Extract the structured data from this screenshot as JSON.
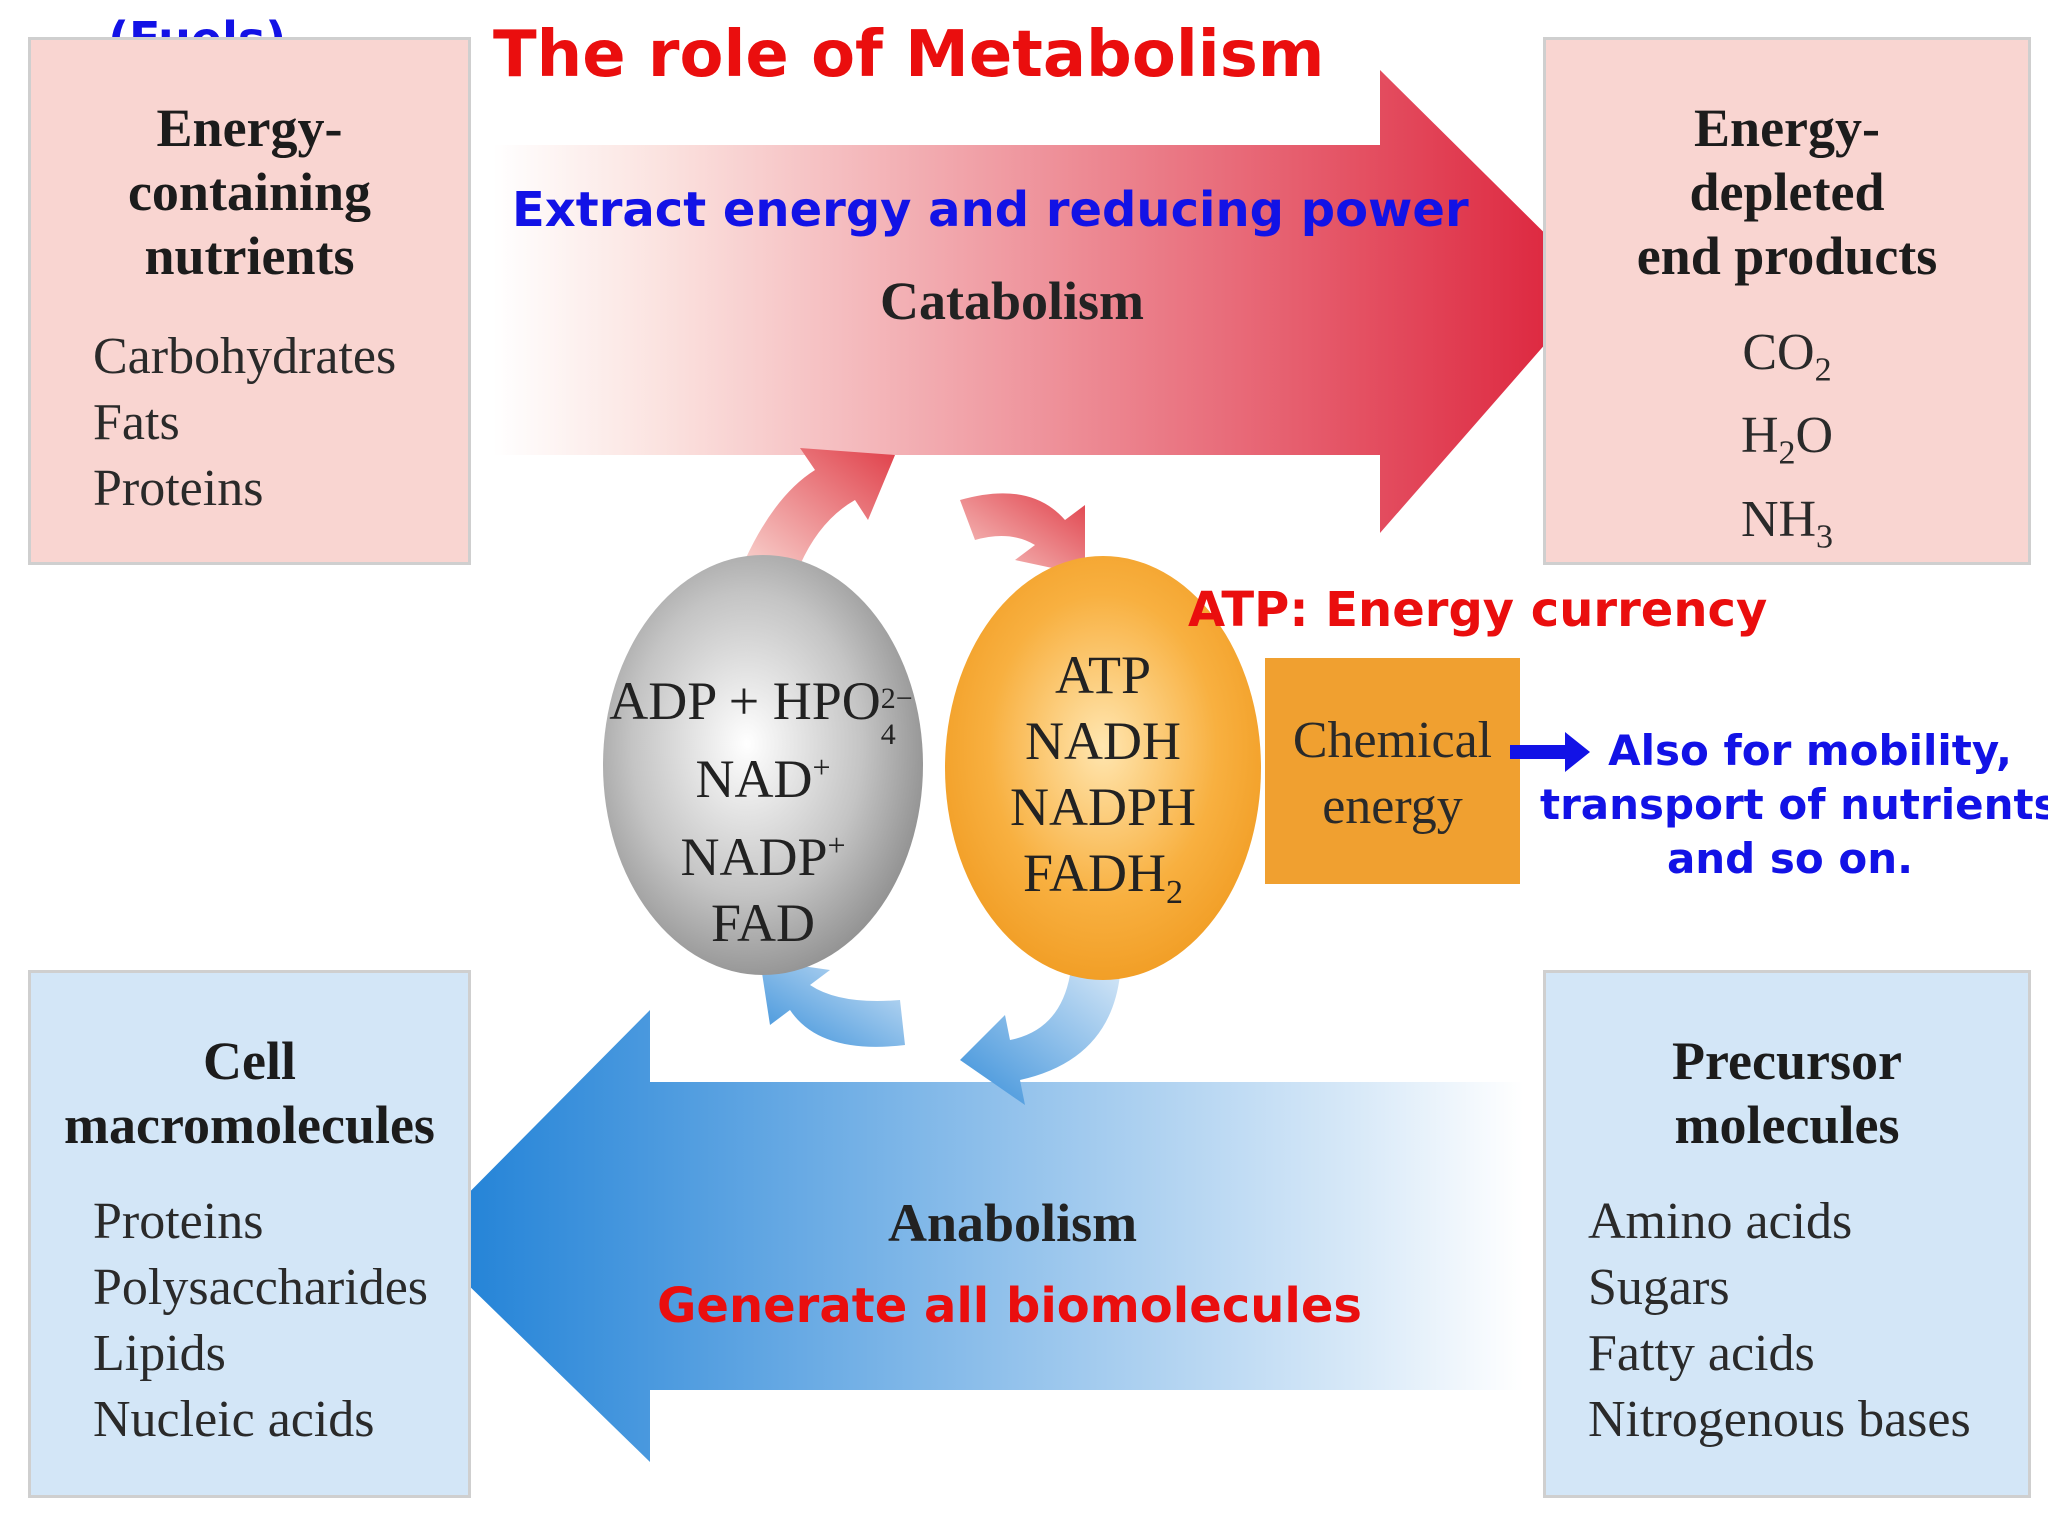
{
  "header": {
    "fuels_label": "(Fuels)",
    "title": "The role of Metabolism"
  },
  "boxes": {
    "nutrients": {
      "title": "Energy-\ncontaining\nnutrients",
      "items": [
        "Carbohydrates",
        "Fats",
        "Proteins"
      ]
    },
    "end_products": {
      "title": "Energy-\ndepleted\nend products",
      "items": [
        {
          "base": "CO",
          "sub": "2"
        },
        {
          "base": "H",
          "sub": "2",
          "rest": "O"
        },
        {
          "base": "NH",
          "sub": "3"
        }
      ]
    },
    "macromolecules": {
      "title": "Cell\nmacromolecules",
      "items": [
        "Proteins",
        "Polysaccharides",
        "Lipids",
        "Nucleic acids"
      ]
    },
    "precursors": {
      "title": "Precursor\nmolecules",
      "items": [
        "Amino acids",
        "Sugars",
        "Fatty acids",
        "Nitrogenous bases"
      ]
    }
  },
  "arrows": {
    "catabolism_label": "Catabolism",
    "catabolism_note": "Extract energy and reducing power",
    "anabolism_label": "Anabolism",
    "anabolism_note": "Generate all biomolecules"
  },
  "cycle": {
    "grey_oval": {
      "line1_base": "ADP + HPO",
      "line1_sup": "2−",
      "line1_sub": "4",
      "line2_base": "NAD",
      "line2_sup": "+",
      "line3_base": "NADP",
      "line3_sup": "+",
      "line4": "FAD"
    },
    "orange_oval": {
      "line1": "ATP",
      "line2": "NADH",
      "line3": "NADPH",
      "line4_base": "FADH",
      "line4_sub": "2"
    },
    "atp_note": "ATP: Energy currency",
    "chemical_energy": "Chemical\nenergy",
    "mobility_note": [
      "Also for mobility,",
      "transport of nutrients",
      "and so on."
    ]
  },
  "colors": {
    "catabolism_arrow": "#e0283e",
    "anabolism_arrow": "#2a8ad8",
    "pink_box": "#f9d5d1",
    "blue_box": "#d3e6f7",
    "orange": "#f0a030",
    "grey": "#a8a8a8",
    "red_text": "#ea0e0e",
    "blue_text": "#1212e6"
  }
}
